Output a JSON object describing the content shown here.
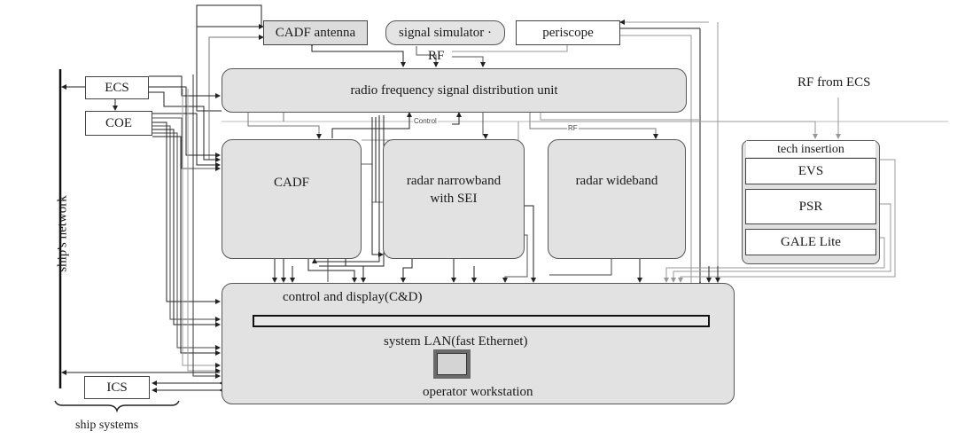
{
  "diagram": {
    "top_units": {
      "cadf_antenna": "CADF antenna",
      "signal_simulator": "signal simulator ·",
      "periscope": "periscope",
      "rf_label": "RF"
    },
    "rf_distribution_unit": "radio frequency signal distribution unit",
    "left_systems": {
      "ecs": "ECS",
      "coe": "COE",
      "ics": "ICS",
      "ships_network": "ship's network",
      "ship_systems": "ship systems"
    },
    "processors": {
      "cadf": "CADF",
      "radar_narrowband": [
        "radar narrowband",
        "with SEI"
      ],
      "radar_wideband": "radar wideband"
    },
    "connection_labels": {
      "control": "Control",
      "rf": "RF"
    },
    "tech_insertion": {
      "input_label": "RF from ECS",
      "title": "tech insertion",
      "modules": [
        "EVS",
        "PSR",
        "GALE Lite"
      ]
    },
    "control_display": {
      "title": "control and display(C&D)",
      "lan_label": "system LAN(fast Ethernet)",
      "workstation_label": "operator workstation"
    },
    "colors": {
      "box_fill": "#e2e2e2",
      "line_dark": "#222222",
      "line_grey": "#8a8a8a",
      "workstation_frame": "#6a6a6a",
      "workstation_screen": "#d4d4d4"
    }
  }
}
